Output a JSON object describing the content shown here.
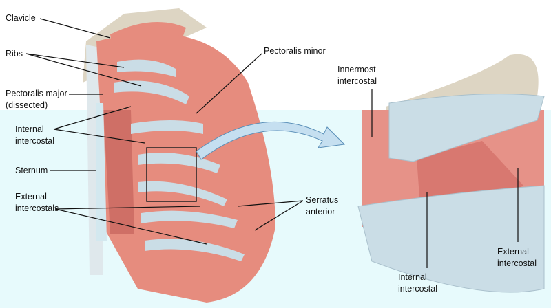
{
  "labels": {
    "clavicle": "Clavicle",
    "ribs": "Ribs",
    "pectoralis_major": [
      "Pectoralis major",
      "(dissected)"
    ],
    "internal_intercostal_left": [
      "Internal",
      "intercostal"
    ],
    "sternum": "Sternum",
    "external_intercostals": [
      "External",
      "intercostals"
    ],
    "pectoralis_minor": "Pectoralis minor",
    "serratus_anterior": [
      "Serratus",
      "anterior"
    ],
    "innermost_intercostal": [
      "Innermost",
      "intercostal"
    ],
    "internal_intercostal_right": [
      "Internal",
      "intercostal"
    ],
    "external_intercostal_right": [
      "External",
      "intercostal"
    ]
  },
  "colors": {
    "muscle": "#e68c7e",
    "muscle_light": "#f0a89c",
    "rib": "#cadde6",
    "bone": "#ddd5c3",
    "lower_background": "#e7fafc"
  }
}
